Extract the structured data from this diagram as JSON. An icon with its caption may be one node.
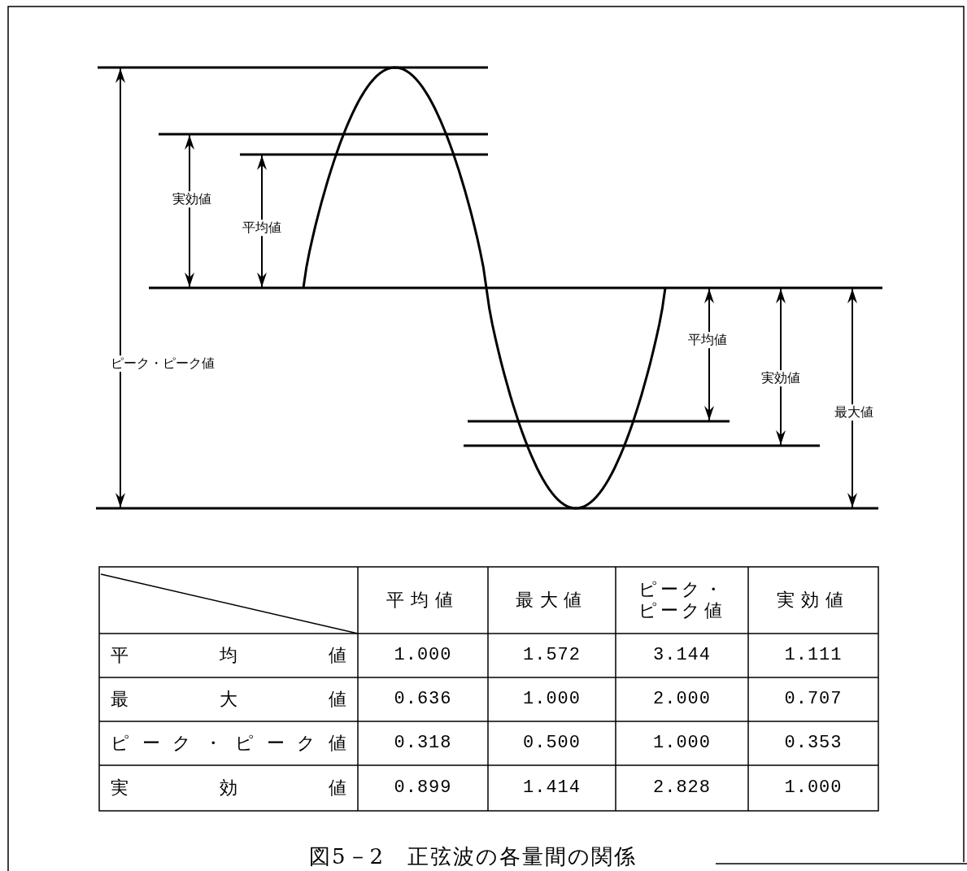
{
  "diagram": {
    "caption": "図5－2　正弦波の各量間の関係",
    "labels": [
      "実効値",
      "平均値",
      "平均値",
      "ピーク・ピーク値",
      "実効値",
      "最大値",
      "平均値",
      "最大値",
      "ピーク・ピーク値",
      "実効値",
      "平均値",
      "1.000",
      "1.572",
      "3.144",
      "1.111",
      "最大値",
      "0.636",
      "1.000",
      "2.000",
      "0.707",
      "ピーク・ピーク値",
      "0.318",
      "0.500",
      "1.000",
      "0.353",
      "実効値",
      "0.899",
      "1.414",
      "2.828",
      "1.000"
    ]
  }
}
